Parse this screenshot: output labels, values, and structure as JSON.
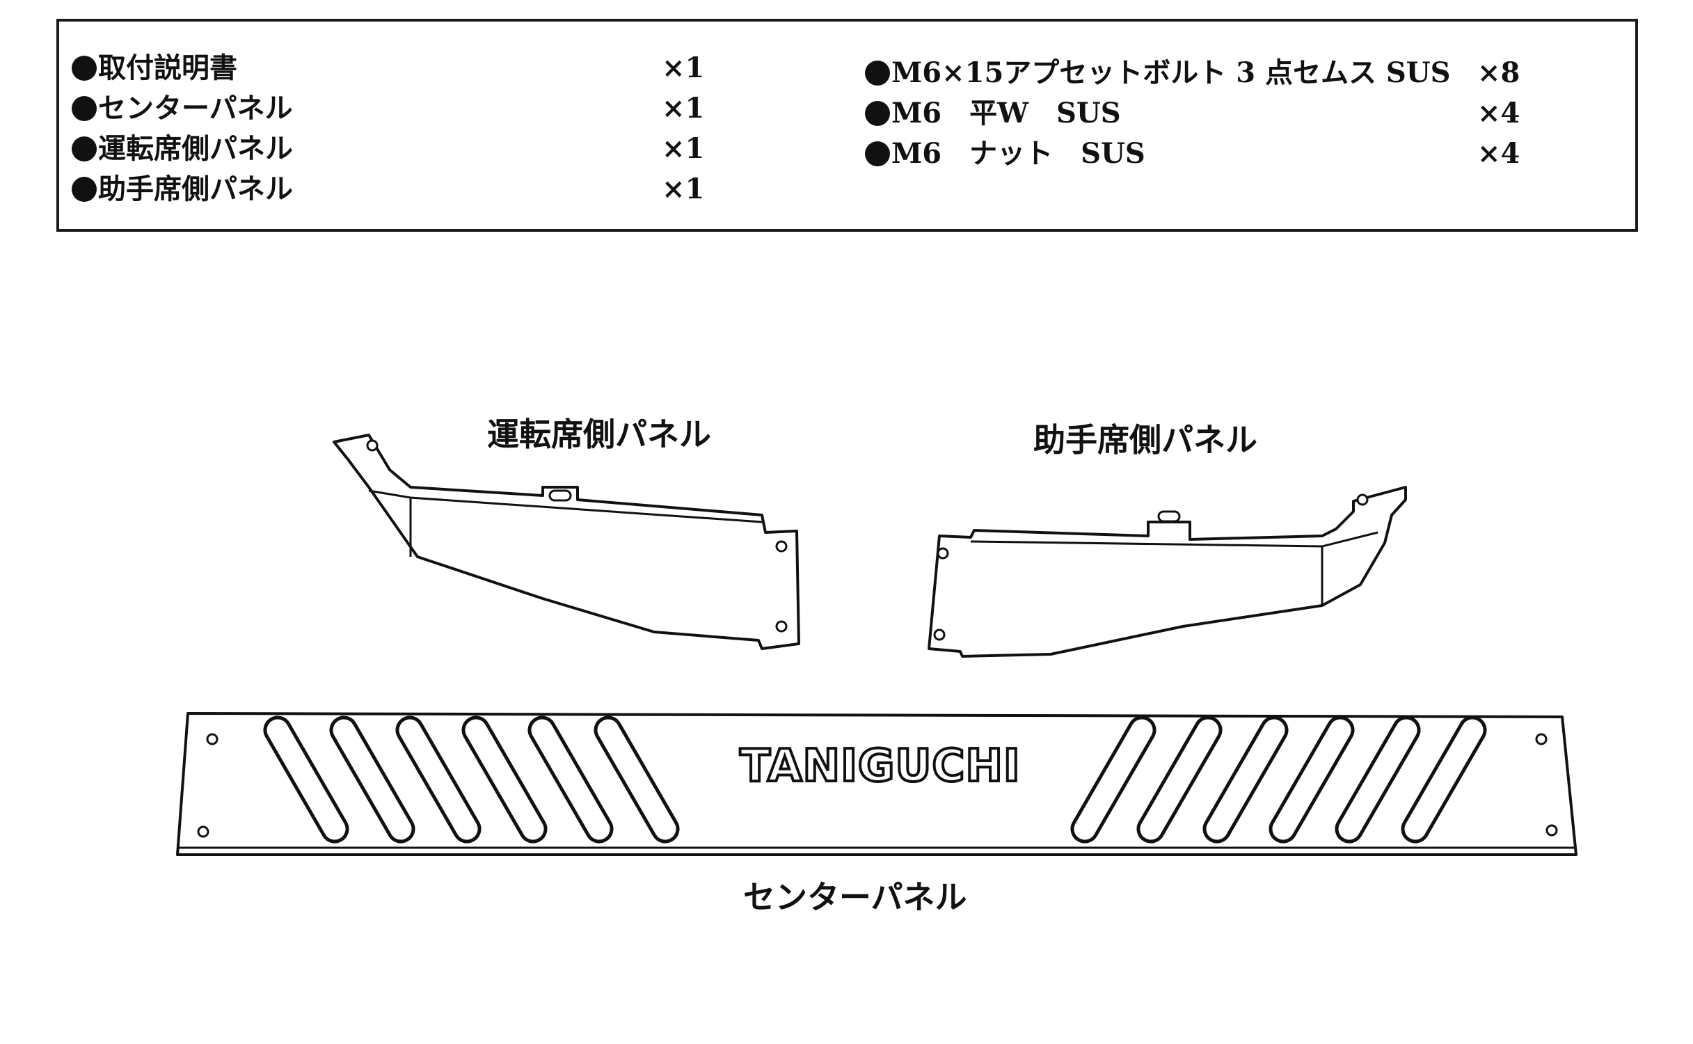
{
  "parts_list": {
    "left": [
      {
        "name": "取付説明書",
        "qty": "×1"
      },
      {
        "name": "センターパネル",
        "qty": "×1"
      },
      {
        "name": "運転席側パネル",
        "qty": "×1"
      },
      {
        "name": "助手席側パネル",
        "qty": "×1"
      }
    ],
    "right": [
      {
        "name": "M6×15アプセットボルト 3 点セムス SUS",
        "qty": "×8"
      },
      {
        "name": "M6　平W　SUS",
        "qty": "×4"
      },
      {
        "name": "M6　ナット　SUS",
        "qty": "×4"
      }
    ]
  },
  "diagram": {
    "driver_panel_label": "運転席側パネル",
    "passenger_panel_label": "助手席側パネル",
    "center_panel_label": "センターパネル",
    "center_panel_logo": "TANIGUCHI"
  }
}
